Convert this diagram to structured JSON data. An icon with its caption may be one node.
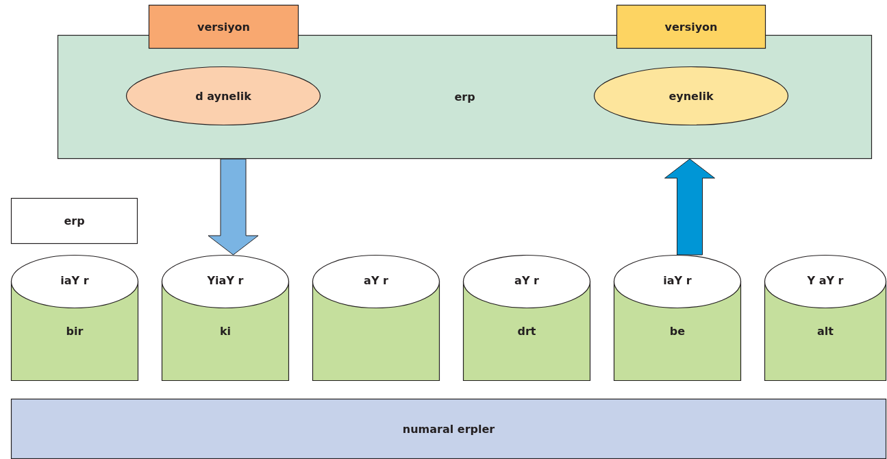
{
  "diagram": {
    "nodes": [
      {
        "text": [
          "erp"
        ]
      },
      {
        "text": [
          "versiyon"
        ]
      },
      {
        "text": [
          "versiyon"
        ]
      },
      {
        "text": [
          "d aynelik"
        ],
        "in": 0
      },
      {
        "text": [
          "eynelik"
        ],
        "in": 0
      },
      {
        "text": [
          "erp"
        ]
      },
      {
        "text": [
          "iaY r",
          "bir"
        ]
      },
      {
        "text": [
          "YiaY r",
          "ki"
        ]
      },
      {
        "text": [
          "aY r"
        ]
      },
      {
        "text": [
          "aY r",
          "drt"
        ]
      },
      {
        "text": [
          "iaY r",
          "be"
        ]
      },
      {
        "text": [
          "Y aY r",
          "alt"
        ]
      },
      {
        "text": [
          "numaral erpler"
        ]
      }
    ],
    "edges": [
      {
        "from": 0,
        "to": 7,
        "arrow": "to",
        "style": "thick",
        "color": "#7ab4e3"
      },
      {
        "from": 10,
        "to": 0,
        "arrow": "to",
        "style": "thick",
        "color": "#0096d6"
      }
    ]
  }
}
